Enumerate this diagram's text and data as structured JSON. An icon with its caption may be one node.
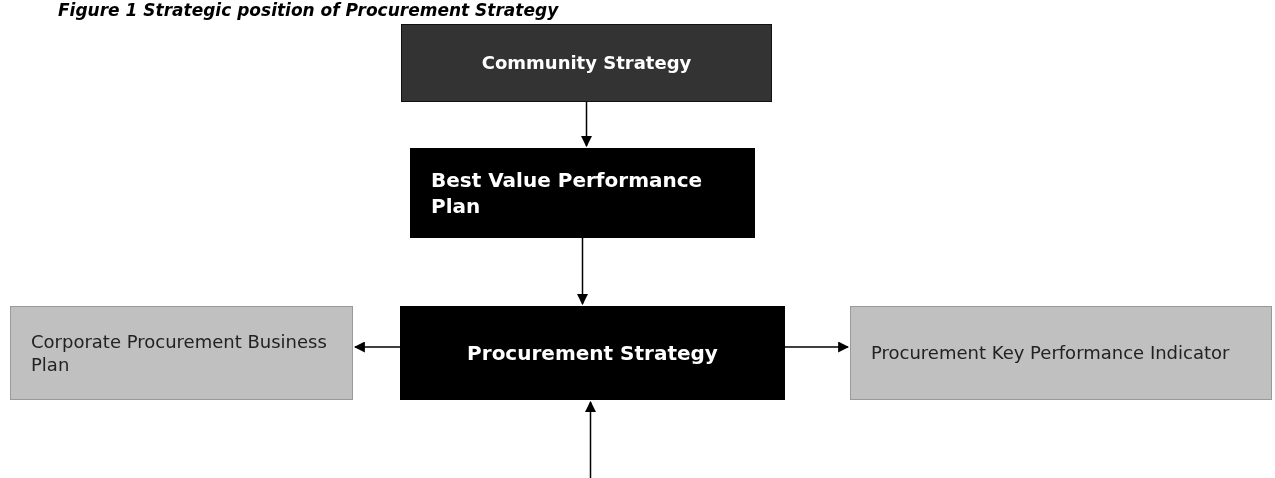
{
  "diagram": {
    "title": "Figure 1 Strategic position of Procurement Strategy",
    "nodes": [
      {
        "text": [
          "Community Strategy"
        ]
      },
      {
        "text": [
          "Best Value Performance Plan"
        ]
      },
      {
        "text": [
          "Procurement Strategy"
        ]
      },
      {
        "text": [
          "Corporate Procurement Business Plan"
        ]
      },
      {
        "text": [
          "Procurement Key Performance Indicator"
        ]
      }
    ],
    "edges": [
      {
        "from": 0,
        "to": 1,
        "arrow": "to"
      },
      {
        "from": 1,
        "to": 2,
        "arrow": "to"
      },
      {
        "from": 2,
        "to": 3,
        "arrow": "to"
      },
      {
        "from": 2,
        "to": 4,
        "arrow": "to"
      },
      {
        "from": null,
        "to": 2,
        "arrow": "to"
      }
    ]
  }
}
